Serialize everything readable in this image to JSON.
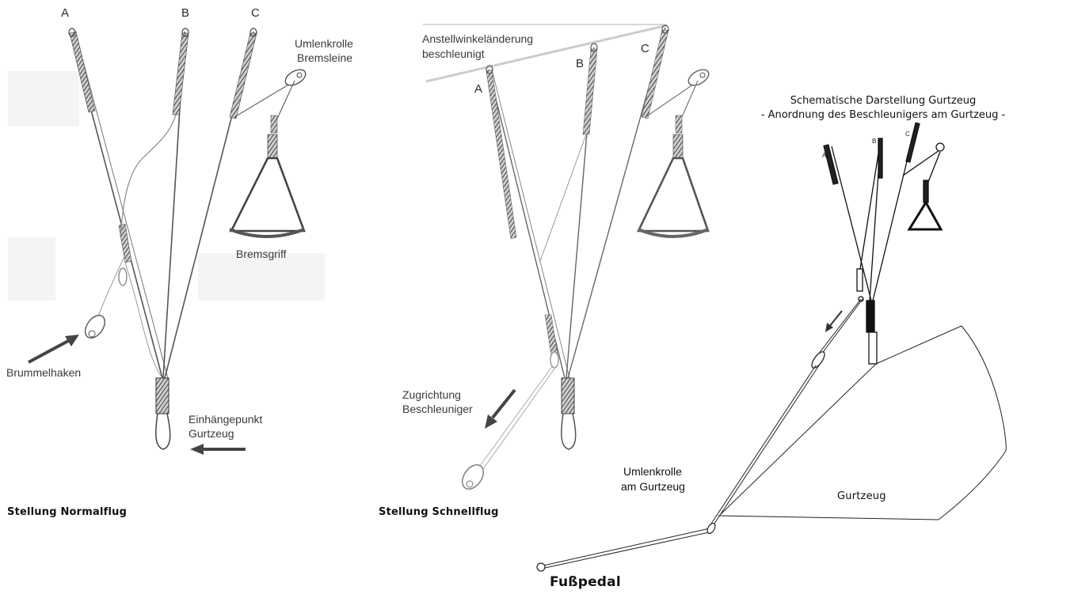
{
  "panel_normal": {
    "riser_labels": [
      "A",
      "B",
      "C"
    ],
    "brake_pulley_label": [
      "Umlenkrolle",
      "Bremsleine"
    ],
    "brake_handle_label": "Bremsgriff",
    "brummel_hook_label": "Brummelhaken",
    "attachment_point_label": [
      "Einhängepunkt",
      "Gurtzeug"
    ],
    "caption": "Stellung Normalflug"
  },
  "panel_fast": {
    "angle_change_label": [
      "Anstellwinkeländerung",
      "beschleunigt"
    ],
    "riser_labels": [
      "A",
      "B",
      "C"
    ],
    "pull_direction_label": [
      "Zugrichtung",
      "Beschleuniger"
    ],
    "caption": "Stellung Schnellflug"
  },
  "panel_harness": {
    "heading": [
      "Schematische Darstellung Gurtzeug",
      "- Anordnung des Beschleunigers am Gurtzeug -"
    ],
    "riser_labels": [
      "A",
      "B",
      "C"
    ],
    "harness_pulley_label": [
      "Umlenkrolle",
      "am Gurtzeug"
    ],
    "harness_label": "Gurtzeug",
    "foot_pedal_label": "Fußpedal"
  },
  "colors": {
    "line": "#555555",
    "dark": "#222222",
    "arrow": "#444444",
    "ghost": "#d8d8d8"
  }
}
